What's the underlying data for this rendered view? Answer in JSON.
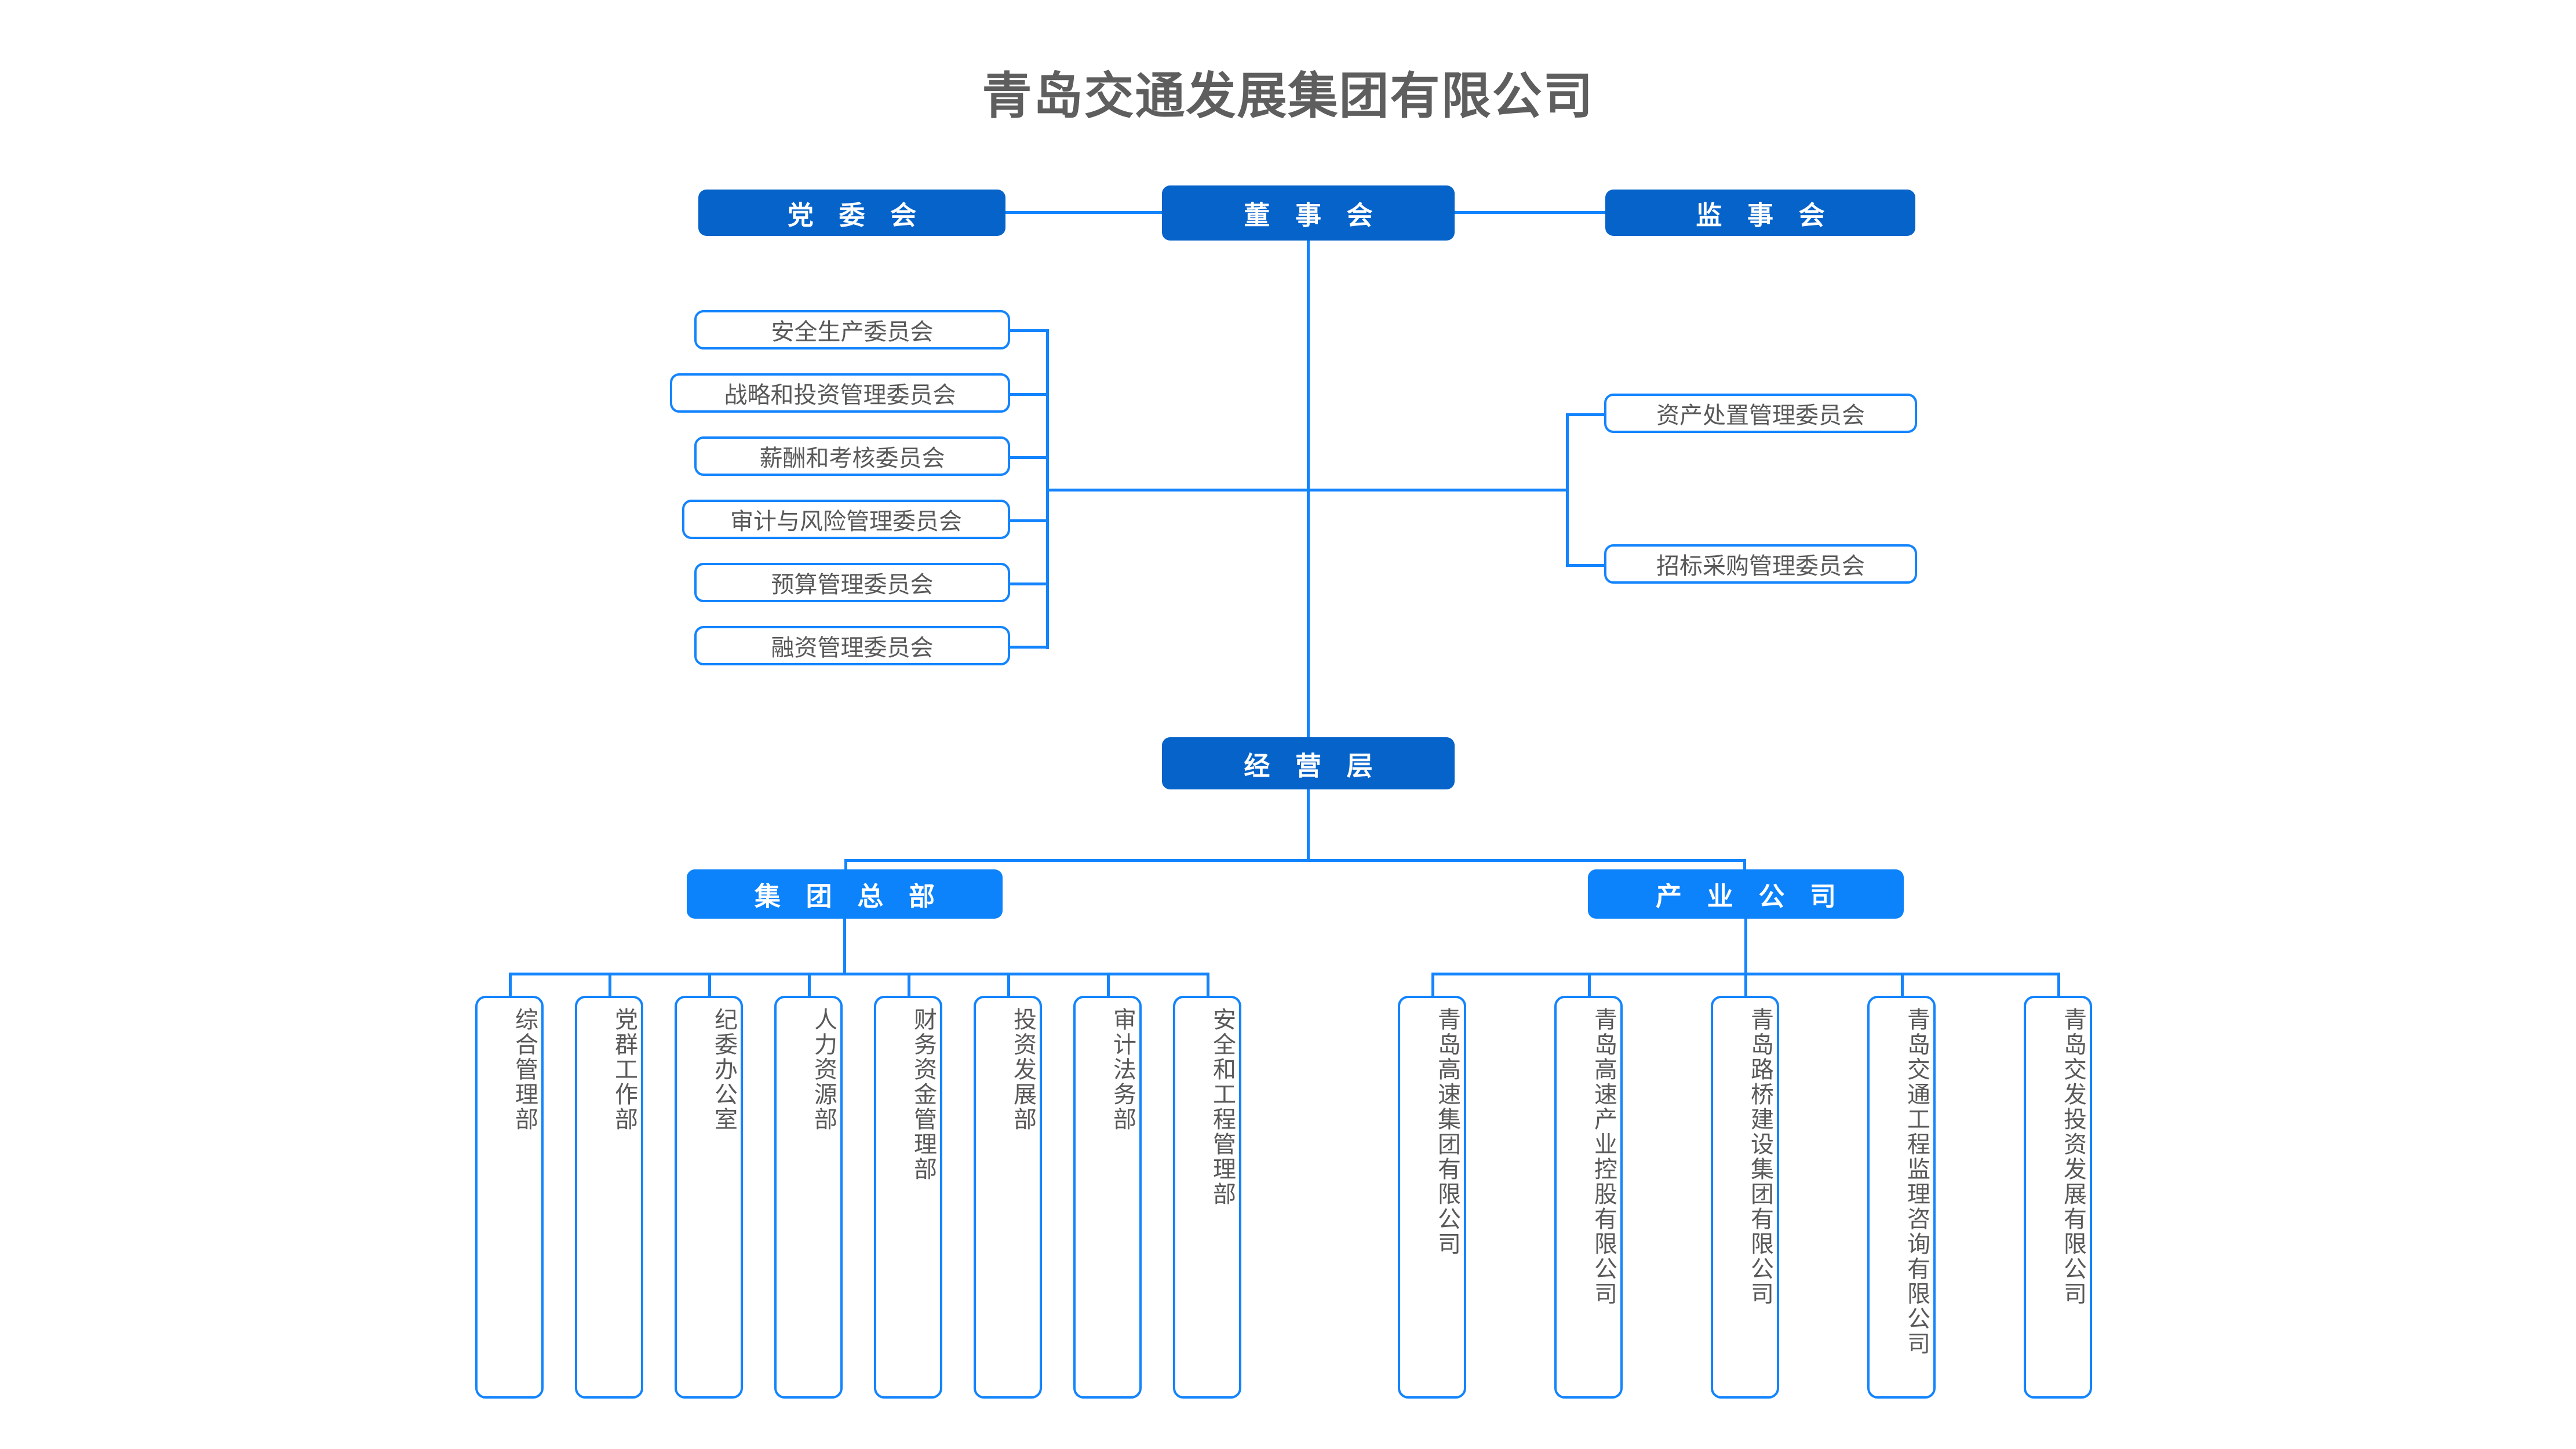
{
  "title": "青岛交通发展集团有限公司",
  "colors": {
    "dark_blue": "#0663c9",
    "light_blue": "#0c82fb",
    "line_blue": "#1384fd",
    "text_gray": "#595959",
    "title_gray": "#5e5e5e"
  },
  "governance": {
    "party_committee": "党 委 会",
    "board_of_directors": "董 事 会",
    "supervisory_board": "监 事 会"
  },
  "left_committees": [
    "安全生产委员会",
    "战略和投资管理委员会",
    "薪酬和考核委员会",
    "审计与风险管理委员会",
    "预算管理委员会",
    "融资管理委员会"
  ],
  "right_committees": [
    "资产处置管理委员会",
    "招标采购管理委员会"
  ],
  "management": {
    "management_level": "经 营 层",
    "group_headquarters": "集 团 总 部",
    "industry_companies": "产 业 公 司"
  },
  "departments": [
    "综合管理部",
    "党群工作部",
    "纪委办公室",
    "人力资源部",
    "财务资金管理部",
    "投资发展部",
    "审计法务部",
    "安全和工程管理部"
  ],
  "subsidiaries": [
    "青岛高速集团有限公司",
    "青岛高速产业控股有限公司",
    "青岛路桥建设集团有限公司",
    "青岛交通工程监理咨询有限公司",
    "青岛交发投资发展有限公司"
  ]
}
